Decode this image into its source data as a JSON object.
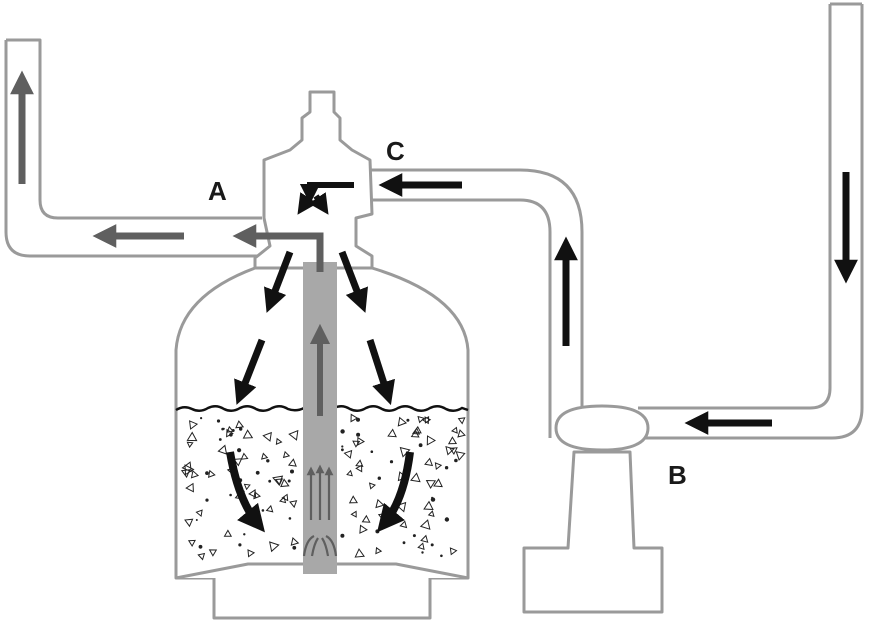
{
  "labels": {
    "a": "A",
    "b": "B",
    "c": "C"
  },
  "colors": {
    "outline": "#9a9a9a",
    "dirty_flow": "#111111",
    "clean_flow": "#5f5f5f",
    "riser_tube": "#a8a8a8",
    "background": "#ffffff"
  },
  "flow_arrows": [
    {
      "name": "inlet-down-arrow",
      "kind": "dirty"
    },
    {
      "name": "pump-inlet-arrow",
      "kind": "dirty"
    },
    {
      "name": "pump-outlet-up-arrow",
      "kind": "dirty"
    },
    {
      "name": "valve-inlet-arrow",
      "kind": "dirty"
    },
    {
      "name": "tank-inlet-spray-arrows",
      "kind": "dirty"
    },
    {
      "name": "sand-downflow-arrows",
      "kind": "dirty"
    },
    {
      "name": "riser-up-arrow",
      "kind": "clean"
    },
    {
      "name": "return-left-arrows",
      "kind": "clean"
    },
    {
      "name": "return-up-arrow",
      "kind": "clean"
    }
  ]
}
